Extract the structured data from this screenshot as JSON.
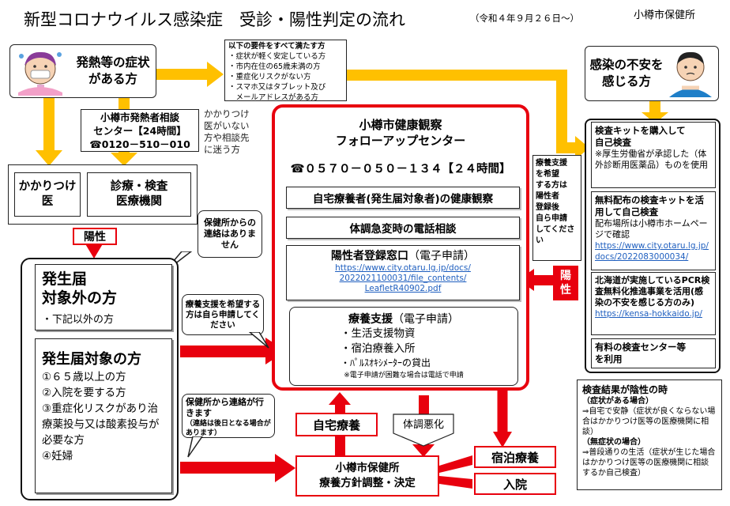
{
  "header": {
    "title": "新型コロナウイルス感染症　受診・陽性判定の流れ",
    "date": "（令和４年９月２６日～）",
    "org": "小樽市保健所"
  },
  "fever": {
    "label": "発熱等の症状\nがある方"
  },
  "anxiety": {
    "label": "感染の不安を\n感じる方"
  },
  "requirements": {
    "title": "以下の要件をすべて満たす方",
    "items": [
      "・症状が軽く安定している方",
      "・市内在住の65歳未満の方",
      "・重症化リスクがない方",
      "・スマホ又はタブレット及び",
      "　メールアドレスがある方"
    ]
  },
  "consult_center": {
    "name": "小樽市発熱者相談\nセンター【24時間】",
    "phone": "☎0120－510－010"
  },
  "consult_note": "かかりつけ\n医がいない\n方や相談先\nに迷う方",
  "kakaritsuke": "かかりつけ\n医",
  "shinryo": "診療・検査\n医療機関",
  "positive_tag": "陽性",
  "positive_side": "陽\n性",
  "no_contact_bubble": "保健所からの連絡はありません",
  "not_target": {
    "title": "発生届\n対象外の方",
    "sub": "・下記以外の方"
  },
  "target": {
    "title": "発生届対象の方",
    "items": [
      "①６５歳以上の方",
      "②入院を要する方",
      "③重症化リスクがあり治療薬投与又は酸素投与が必要な方",
      "④妊婦"
    ]
  },
  "apply_bubble": "療養支援を希望する方は自ら申請してください",
  "contact_bubble": {
    "main": "保健所から連絡が行きます",
    "sub": "（連絡は後日となる場合があります）"
  },
  "center": {
    "title": "小樽市健康観察\nフォローアップセンター",
    "phone": "☎０５７０－０５０－１３４【２４時間】",
    "svc1": "自宅療養者(発生届対象者)の健康観察",
    "svc2": "体調急変時の電話相談",
    "svc3_title": "陽性者登録窓口",
    "svc3_sub": "（電子申請）",
    "svc3_link": "https://www.city.otaru.lg.jp/docs/\n2022021100031/file_contents/\nLeafletR40902.pdf",
    "svc4_title": "療養支援",
    "svc4_sub": "（電子申請）",
    "svc4_items": [
      "・生活支援物資",
      "・宿泊療養入所",
      "・ﾊﾟﾙｽｵｷｼﾒｰﾀｰの貸出"
    ],
    "svc4_note": "※電子申請が困難な場合は電話で申請"
  },
  "self_apply": "療養支援\nを希望\nする方は\n陽性者\n登録後\n自ら申請\nしてくださ\nい",
  "right_panel": {
    "p1_title": "検査キットを購入して\n自己検査",
    "p1_note": "※厚生労働省が承認した（体外診断用医薬品）ものを使用",
    "p2_title": "無料配布の検査キットを活用して自己検査",
    "p2_text": "配布場所は小樽市ホームページで確認",
    "p2_link": "https://www.city.otaru.lg.jp/docs/2022083000034/",
    "p3_title": "北海道が実施しているPCR検査無料化推進事業を活用(感染の不安を感じる方のみ)",
    "p3_link": "https://kensa-hokkaido.jp/",
    "p4_title": "有料の検査センター等\nを利用"
  },
  "negative": {
    "title": "検査結果が陰性の時",
    "sym_label": "（症状がある場合）",
    "sym_text": "⇒自宅で安静（症状が良くならない場合はかかりつけ医等の医療機関に相談）",
    "nosym_label": "（無症状の場合）",
    "nosym_text": "⇒普段通りの生活（症状が生じた場合はかかりつけ医等の医療機関に相談するか自己検査）"
  },
  "home_care": "自宅療養",
  "worsen": "体調悪化",
  "decision": "小樽市保健所\n療養方針調整・決定",
  "hotel": "宿泊療養",
  "hospital": "入院",
  "colors": {
    "red": "#e8000e",
    "yellow": "#ffc000",
    "link": "#1f5fbf"
  }
}
